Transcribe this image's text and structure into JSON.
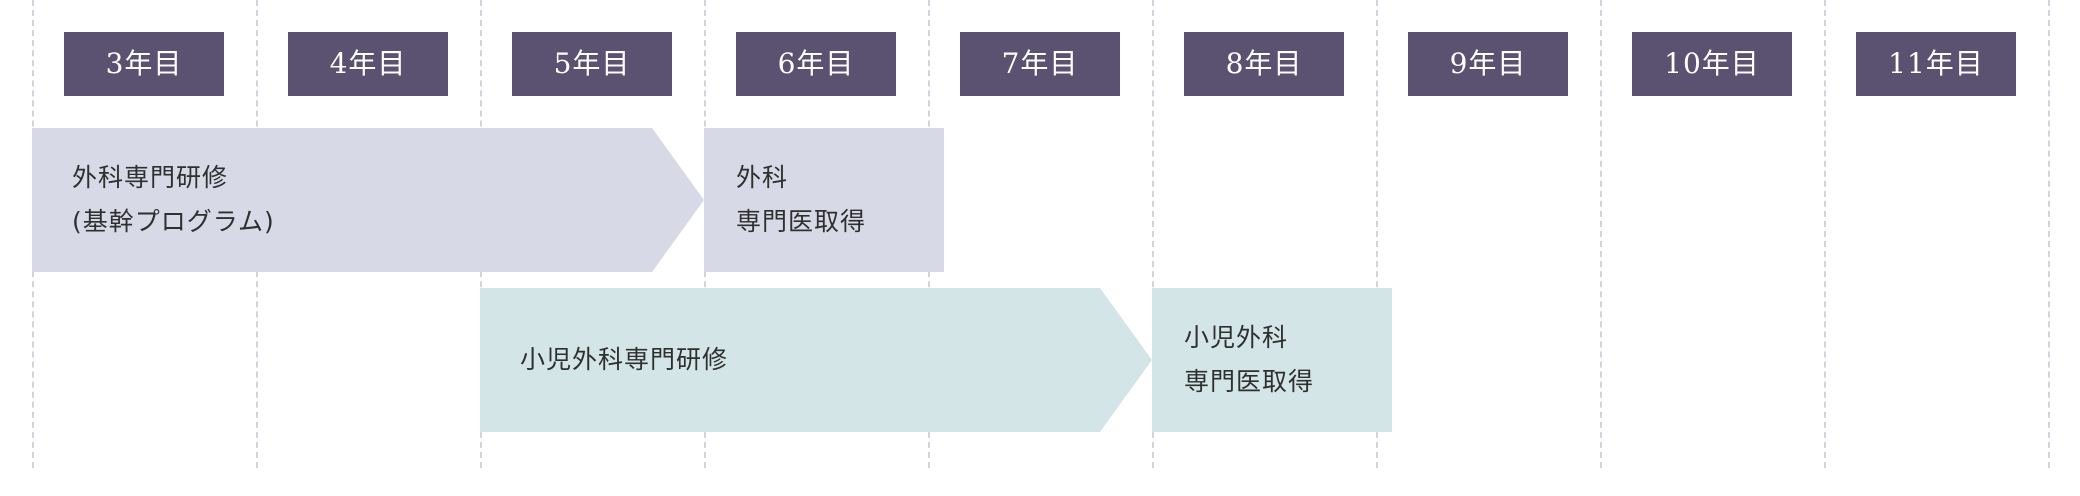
{
  "years": [
    "3年目",
    "4年目",
    "5年目",
    "6年目",
    "7年目",
    "8年目",
    "9年目",
    "10年目",
    "11年目"
  ],
  "rows": [
    {
      "training": {
        "lines": [
          "外科専門研修",
          "(基幹プログラム)"
        ]
      },
      "certification": {
        "lines": [
          "外科",
          "専門医取得"
        ]
      }
    },
    {
      "training": {
        "lines": [
          "小児外科専門研修"
        ]
      },
      "certification": {
        "lines": [
          "小児外科",
          "専門医取得"
        ]
      }
    }
  ],
  "colors": {
    "header_bg": "#5a5270",
    "row1_bg": "#d7d9e7",
    "row2_bg": "#d3e5e7",
    "gridline": "#d2d4dc"
  }
}
